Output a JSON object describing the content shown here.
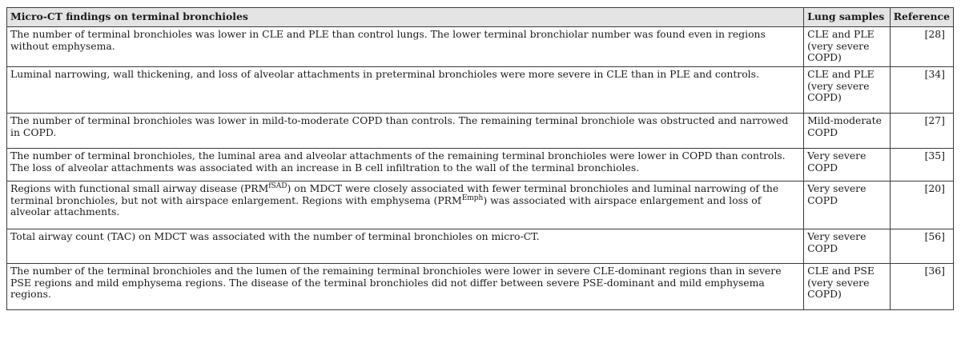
{
  "table": {
    "headers": {
      "finding": "Micro-CT findings on terminal bronchioles",
      "samples": "Lung samples",
      "reference": "Reference"
    },
    "rows": [
      {
        "finding": "The number of terminal bronchioles was lower in CLE and PLE than control lungs. The lower terminal bronchiolar number was found even in regions without emphysema.",
        "samples": "CLE and PLE (very severe COPD)",
        "reference": "[28]"
      },
      {
        "finding": "Luminal narrowing, wall thickening, and loss of alveolar attachments in preterminal bronchioles were more severe in CLE than in PLE and controls.",
        "samples": "CLE and PLE (very severe COPD)",
        "reference": "[34]"
      },
      {
        "finding": "The number of terminal bronchioles was lower in mild-to-moderate COPD than controls. The remaining terminal bronchiole was obstructed and narrowed in COPD.",
        "samples": "Mild-moderate COPD",
        "reference": "[27]"
      },
      {
        "finding": "The number of terminal bronchioles, the luminal area and alveolar attachments of the remaining terminal bronchioles were lower in COPD than controls. The loss of alveolar attachments was associated with an increase in B cell infiltration to the wall of the terminal bronchioles.",
        "samples": "Very severe COPD",
        "reference": "[35]"
      },
      {
        "finding_parts": {
          "a": "Regions with functional small airway disease (PRM",
          "sup1": "fSAD",
          "b": ") on MDCT were closely associated with fewer terminal bronchioles and luminal narrowing of the terminal bronchioles, but not with airspace enlargement. Regions with emphysema (PRM",
          "sup2": "Emph",
          "c": ") was associated with airspace enlargement and loss of alveolar attachments."
        },
        "samples": "Very severe COPD",
        "reference": "[20]"
      },
      {
        "finding": "Total airway count (TAC) on MDCT was associated with the number of terminal bronchioles on micro-CT.",
        "samples": "Very severe COPD",
        "reference": "[56]"
      },
      {
        "finding": "The number of the terminal bronchioles and the lumen of the remaining terminal bronchioles were lower in severe CLE-dominant regions than in severe PSE regions and mild emphysema regions. The disease of the terminal bronchioles did not differ between severe PSE-dominant and mild emphysema regions.",
        "samples": "CLE and PSE (very severe COPD)",
        "reference": "[36]"
      }
    ]
  }
}
